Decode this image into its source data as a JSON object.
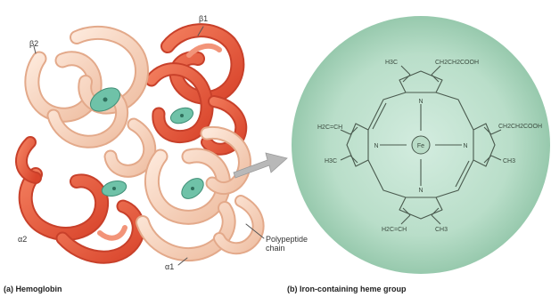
{
  "labels": {
    "beta2": "β2",
    "beta1": "β1",
    "alpha2": "α2",
    "alpha1": "α1",
    "polypeptide_line1": "Polypeptide",
    "polypeptide_line2": "chain"
  },
  "heme": {
    "fe": "Fe",
    "n": "N",
    "top_left": "H3C",
    "top_right": "CH2CH2COOH",
    "right_top": "CH2CH2COOH",
    "right_bottom": "CH3",
    "left_top": "H2C=CH",
    "left_bottom": "H3C",
    "bottom_left": "H2C=CH",
    "bottom_right": "CH3"
  },
  "captions": {
    "a": "(a) Hemoglobin",
    "b": "(b) Iron-containing heme group"
  },
  "colors": {
    "beta_chain": "#e8553a",
    "beta_chain_light": "#f07a5a",
    "alpha_chain": "#f6cdb4",
    "alpha_chain_light": "#fbe2d2",
    "heme_disc": "#6fc2a8",
    "circle_center": "#cde9da",
    "circle_edge": "#9dceb3",
    "arrow": "#b5b5b5"
  }
}
